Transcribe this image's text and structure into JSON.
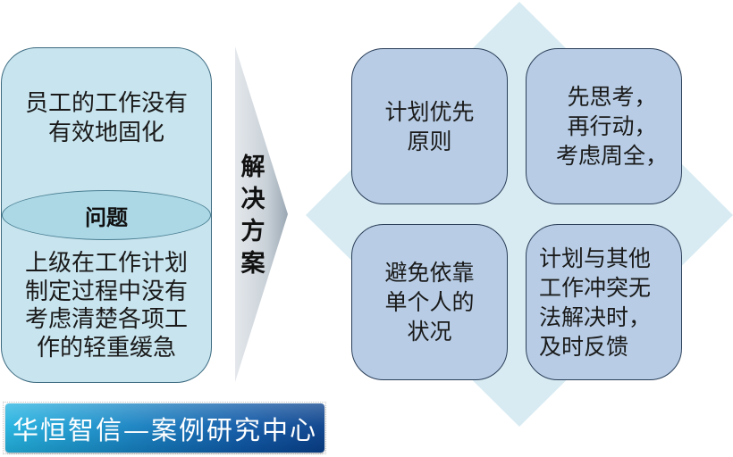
{
  "problem": {
    "top_text_lines": [
      "员工的工作没有",
      "有效地固化"
    ],
    "label": "问题",
    "bottom_text_lines": [
      "上级在工作计划",
      "制定过程中没有",
      "考虑清楚各项工",
      "作的轻重缓急"
    ]
  },
  "arrow": {
    "label_chars": [
      "解",
      "决",
      "方",
      "案"
    ]
  },
  "solutions": [
    {
      "position": "top-left",
      "lines": [
        "计划优先",
        "原则"
      ]
    },
    {
      "position": "top-right",
      "lines": [
        "先思考，",
        "再行动，",
        "考虑周全，"
      ]
    },
    {
      "position": "bottom-left",
      "lines": [
        "避免依靠",
        "单个人的",
        "状况"
      ]
    },
    {
      "position": "bottom-right",
      "lines": [
        "计划与其他",
        "工作冲突无",
        "法解决时，",
        "及时反馈"
      ]
    }
  ],
  "footer": {
    "banner_text": "华恒智信—案例研究中心"
  },
  "colors": {
    "problem_panel": "#c8e4ee",
    "problem_pill": "#acd8e6",
    "quadrant_fill": "#b8cde5",
    "quadrant_border": "#2a3e58",
    "diamond": "#d8ebf2",
    "banner_start": "#22b2e0",
    "banner_end": "#083f8a"
  }
}
